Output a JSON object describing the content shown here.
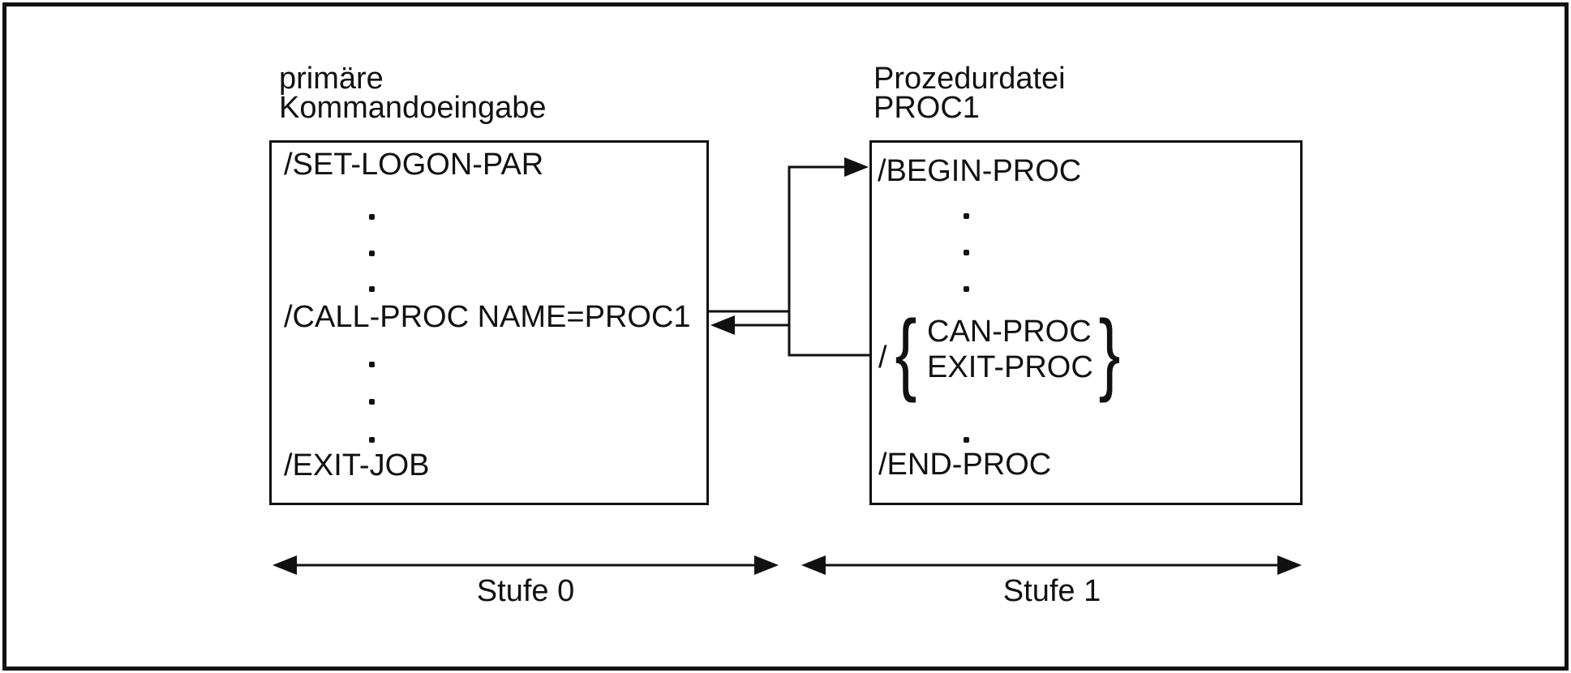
{
  "figure": {
    "left": {
      "title_line1": "primäre",
      "title_line2": "Kommandoeingabe",
      "cmd_set_logon": "/SET-LOGON-PAR",
      "cmd_call_proc": "/CALL-PROC NAME=PROC1",
      "cmd_exit_job": "/EXIT-JOB",
      "stufe_label": "Stufe 0"
    },
    "right": {
      "title_line1": "Prozedurdatei",
      "title_line2": "PROC1",
      "cmd_begin_proc": "/BEGIN-PROC",
      "slash_prefix": "/",
      "brace_open": "{",
      "choice_can_proc": "CAN-PROC",
      "choice_exit_proc": "EXIT-PROC",
      "brace_close": "}",
      "cmd_end_proc": "/END-PROC",
      "stufe_label": "Stufe 1"
    },
    "colors": {
      "ink": "#111111",
      "background": "#ffffff"
    }
  }
}
